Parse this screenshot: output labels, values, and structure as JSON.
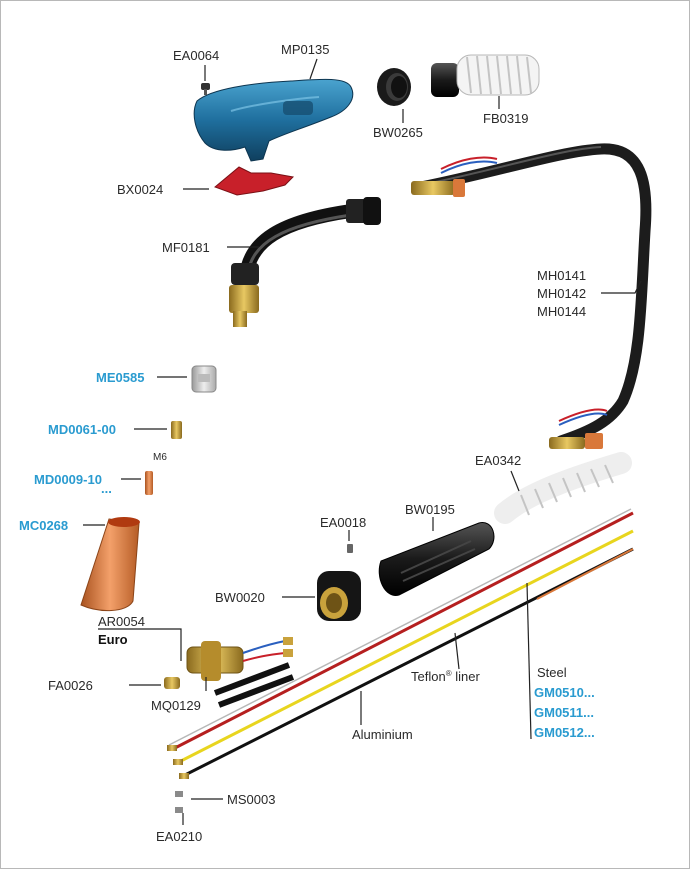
{
  "labels": {
    "ea0064": "EA0064",
    "mp0135": "MP0135",
    "bw0265": "BW0265",
    "fb0319": "FB0319",
    "bx0024": "BX0024",
    "mf0181": "MF0181",
    "mh0141": "MH0141",
    "mh0142": "MH0142",
    "mh0144": "MH0144",
    "me0585": "ME0585",
    "md0061": "MD0061-00",
    "m6": "M6",
    "md0009": "MD0009-10",
    "md0009_more": "...",
    "mc0268": "MC0268",
    "ea0342": "EA0342",
    "ea0018": "EA0018",
    "bw0195": "BW0195",
    "bw0020": "BW0020",
    "ar0054": "AR0054",
    "euro": "Euro",
    "fa0026": "FA0026",
    "mq0129": "MQ0129",
    "teflon": "Teflon",
    "teflon_reg": "®",
    "teflon_liner": " liner",
    "steel": "Steel",
    "gm0510": "GM0510...",
    "gm0511": "GM0511...",
    "gm0512": "GM0512...",
    "aluminium": "Aluminium",
    "ms0003": "MS0003",
    "ea0210": "EA0210"
  },
  "colors": {
    "handle_blue": "#1f6f9e",
    "link_blue": "#2a9bd0",
    "trigger_red": "#c8202a",
    "cable_black": "#1c1c1c",
    "brass": "#c9a23c",
    "copper": "#d9783a",
    "liner_red": "#b51f1f",
    "liner_yellow": "#e8d51e",
    "liner_grey": "#9a9a9a",
    "liner_black": "#111111"
  }
}
